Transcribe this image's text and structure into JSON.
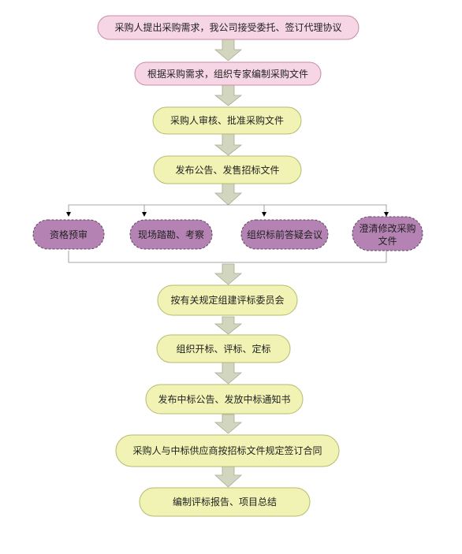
{
  "colors": {
    "pink_fill": "#f6d6e4",
    "pink_stroke": "#c98aa6",
    "yellow_fill": "#f0f3b4",
    "yellow_stroke": "#b7ba6e",
    "purple_fill": "#b583b3",
    "purple_stroke": "#5e4460",
    "arrow_fill": "#d2d6bf",
    "arrow_stroke": "#a7ab92",
    "connector": "#8a8a8a"
  },
  "steps": {
    "s1": "采购人提出采购需求，我公司接受委托、签订代理协议",
    "s2": "根据采购需求，组织专家编制采购文件",
    "s3": "采购人审核、批准采购文件",
    "s4": "发布公告、发售招标文件",
    "s5": "按有关规定组建评标委员会",
    "s6": "组织开标、评标、定标",
    "s7": "发布中标公告、发放中标通知书",
    "s8": "采购人与中标供应商按招标文件规定签订合同",
    "s9": "编制评标报告、项目总结"
  },
  "branches": {
    "b1": "资格预审",
    "b2": "现场踏勘、考察",
    "b3": "组织标前答疑会议",
    "b4_line1": "澄清修改采购",
    "b4_line2": "文件"
  }
}
